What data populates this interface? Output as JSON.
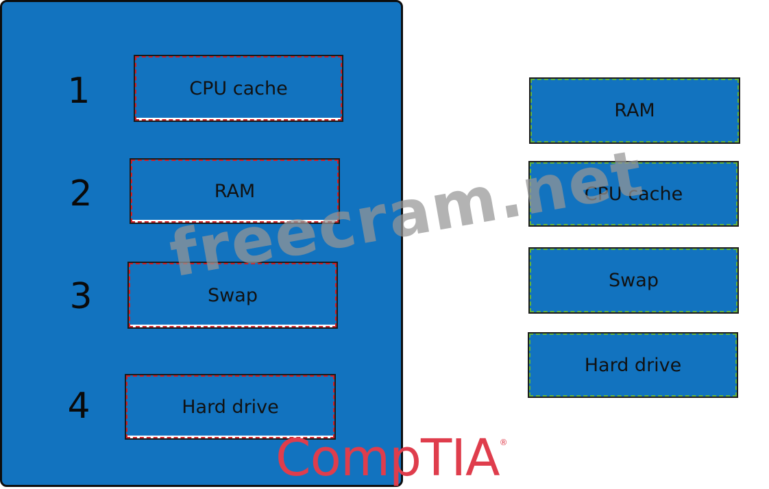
{
  "ordered_list": {
    "rows": [
      {
        "number": "1",
        "label": "CPU cache"
      },
      {
        "number": "2",
        "label": "RAM"
      },
      {
        "number": "3",
        "label": "Swap"
      },
      {
        "number": "4",
        "label": "Hard drive"
      }
    ]
  },
  "options": [
    {
      "label": "RAM"
    },
    {
      "label": "CPU cache"
    },
    {
      "label": "Swap"
    },
    {
      "label": "Hard drive"
    }
  ],
  "watermark": "freecram.net",
  "logo": {
    "text": "CompTIA",
    "mark": "®"
  },
  "colors": {
    "panel": "#1273bf",
    "placed_border": "#d21f26",
    "option_border": "#63b33f",
    "logo": "#df3d4c"
  }
}
